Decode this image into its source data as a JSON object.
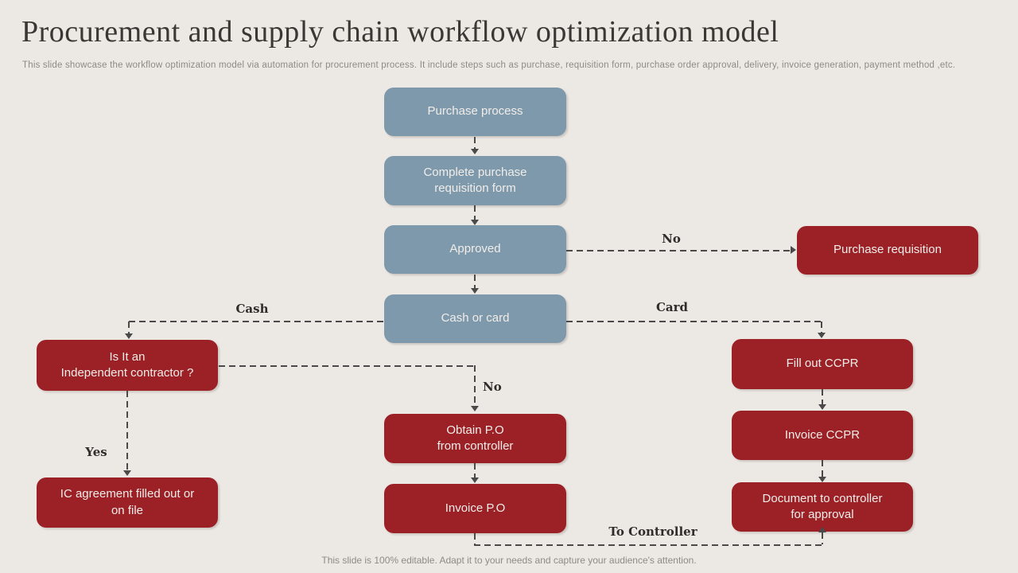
{
  "slide": {
    "title": "Procurement and supply chain workflow optimization model",
    "subtitle": "This slide showcase the workflow optimization model via automation for procurement process. It include steps such as purchase, requisition form, purchase order approval, delivery, invoice generation, payment method ,etc.",
    "footer": "This slide is 100% editable. Adapt it to your needs and capture your audience's attention."
  },
  "colors": {
    "background": "#ece8e4",
    "process_box": "#7e99ac",
    "accent_box": "#9b2127",
    "box_text": "#f1ede9",
    "connector": "#4a4a4a",
    "title_text": "#3a3734",
    "muted_text": "#8e8a85"
  },
  "flowchart": {
    "nodes": [
      {
        "id": "purchase-process",
        "label": "Purchase process",
        "style": "blue"
      },
      {
        "id": "complete-purchase-requisition-form",
        "label": "Complete purchase\nrequisition form",
        "style": "blue"
      },
      {
        "id": "approved",
        "label": "Approved",
        "style": "blue"
      },
      {
        "id": "cash-or-card",
        "label": "Cash or card",
        "style": "blue"
      },
      {
        "id": "purchase-requisition",
        "label": "Purchase requisition",
        "style": "red"
      },
      {
        "id": "is-it-an-independent-contractor",
        "label": "Is It an\nIndependent contractor ?",
        "style": "red"
      },
      {
        "id": "fill-out-ccpr",
        "label": "Fill out CCPR",
        "style": "red"
      },
      {
        "id": "obtain-po-from-controller",
        "label": "Obtain P.O\nfrom controller",
        "style": "red"
      },
      {
        "id": "invoice-ccpr",
        "label": "Invoice CCPR",
        "style": "red"
      },
      {
        "id": "invoice-po",
        "label": "Invoice P.O",
        "style": "red"
      },
      {
        "id": "ic-agreement-filled-out-or-on-file",
        "label": "IC agreement filled out or\non file",
        "style": "red"
      },
      {
        "id": "document-to-controller-for-approval",
        "label": "Document to controller\nfor approval",
        "style": "red"
      }
    ],
    "edge_labels": {
      "approved_no": "No",
      "cash": "Cash",
      "card": "Card",
      "contractor_no": "No",
      "contractor_yes": "Yes",
      "to_controller": "To Controller"
    }
  }
}
